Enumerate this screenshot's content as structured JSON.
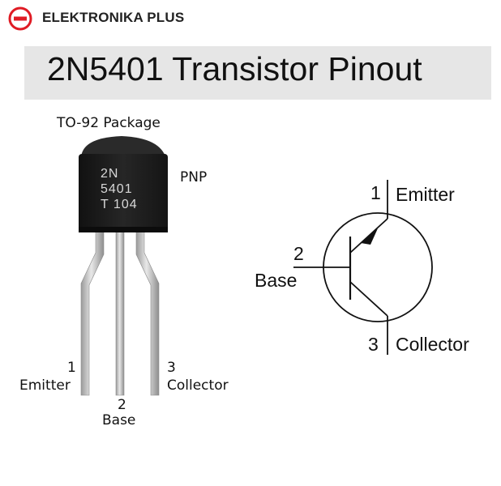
{
  "brand": {
    "name": "ELEKTRONIKA PLUS",
    "logo_icon": "circle-bar-logo",
    "logo_color": "#e01b24"
  },
  "title": "2N5401 Transistor Pinout",
  "package": {
    "label": "TO-92 Package",
    "type": "PNP",
    "marking": [
      "2N",
      "5401",
      "T 104"
    ],
    "pins": [
      {
        "number": "1",
        "name": "Emitter"
      },
      {
        "number": "2",
        "name": "Base"
      },
      {
        "number": "3",
        "name": "Collector"
      }
    ]
  },
  "symbol": {
    "pins": [
      {
        "number": "1",
        "name": "Emitter"
      },
      {
        "number": "2",
        "name": "Base"
      },
      {
        "number": "3",
        "name": "Collector"
      }
    ]
  },
  "colors": {
    "banner": "#e6e6e6",
    "body": "#1c1c1c",
    "leads": "#c8c8c8"
  }
}
